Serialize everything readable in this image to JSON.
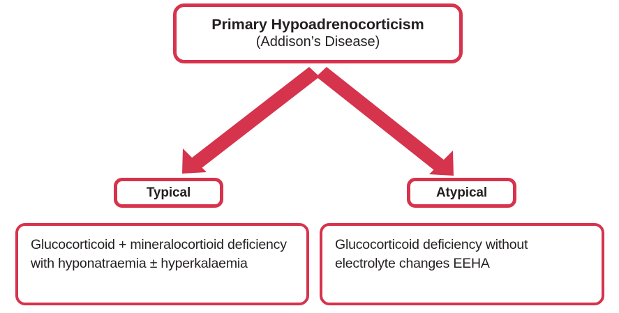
{
  "diagram": {
    "accent_color": "#d6334c",
    "text_color": "#231f20",
    "background_color": "#ffffff",
    "root": {
      "title": "Primary Hypoadrenocorticism",
      "subtitle": "(Addison’s Disease)"
    },
    "branches": [
      {
        "key": "typical",
        "label": "Typical",
        "detail": "Glucocorticoid + mineralocortioid deficiency with hyponatraemia ± hyperkalaemia"
      },
      {
        "key": "atypical",
        "label": "Atypical",
        "detail": "Glucocorticoid deficiency without electrolyte changes EEHA"
      }
    ],
    "connectors": [
      {
        "key": "arrow-to-typical",
        "from": "root",
        "to": "typical",
        "direction": "down-left"
      },
      {
        "key": "arrow-to-atypical",
        "from": "root",
        "to": "atypical",
        "direction": "down-right"
      }
    ]
  }
}
